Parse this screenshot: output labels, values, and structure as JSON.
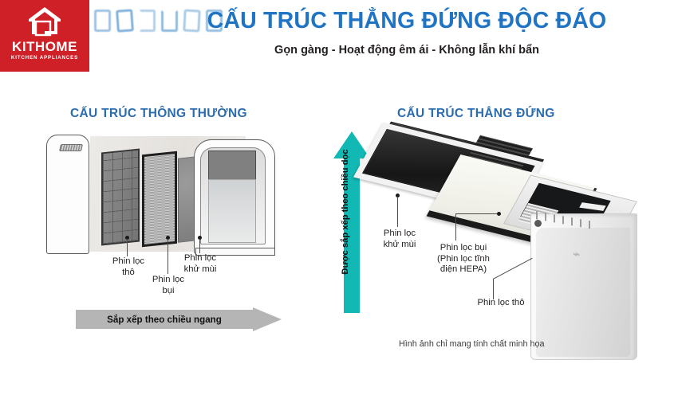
{
  "brand": {
    "logo_icon": "house-outline-icon",
    "name": "KITHOME",
    "tagline": "KITCHEN APPLIANCES",
    "logo_bg_color": "#cf2027"
  },
  "header": {
    "title": "CẤU TRÚC THẲNG ĐỨNG ĐỘC ĐÁO",
    "subtitle": "Gọn gàng - Hoạt động êm ái - Không lẫn khí bẩn",
    "title_color": "#1f74c4",
    "subtitle_color": "#231f20"
  },
  "panels": {
    "left": {
      "heading": "CẤU TRÚC THÔNG THƯỜNG",
      "heading_color": "#2a6cae",
      "arrow": {
        "label": "Sắp xếp theo chiều ngang",
        "direction": "right",
        "color": "#b5b5b5"
      },
      "labels": [
        {
          "text": "Phin lọc\nthô"
        },
        {
          "text": "Phin lọc\nbụi"
        },
        {
          "text": "Phin lọc\nkhử mùi"
        }
      ]
    },
    "right": {
      "heading": "CẤU TRÚC THẲNG ĐỨNG",
      "heading_color": "#2a6cae",
      "arrow": {
        "label": "Được sắp xếp theo chiều dọc",
        "direction": "up",
        "color": "#12b8b4"
      },
      "labels": [
        {
          "text": "Phin lọc\nkhử mùi"
        },
        {
          "text": "Phin lọc bụi\n(Phin lọc tĩnh\nđiện HEPA)"
        },
        {
          "text": "Phin lọc thô"
        }
      ],
      "note": "Hình ảnh chỉ mang tính chất minh họa"
    }
  }
}
